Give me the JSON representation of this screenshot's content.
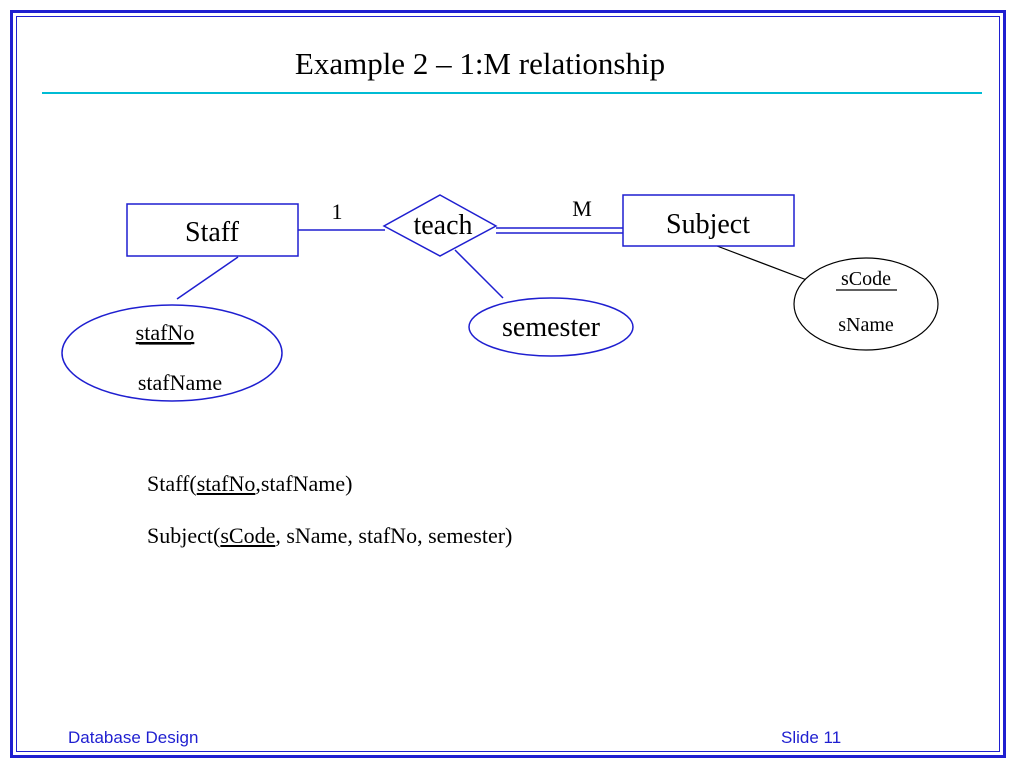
{
  "slide": {
    "title": "Example 2 – 1:M relationship",
    "footer_left": "Database Design",
    "footer_right": "Slide 11"
  },
  "diagram": {
    "entities": [
      {
        "id": "staff",
        "label": "Staff"
      },
      {
        "id": "subject",
        "label": "Subject"
      }
    ],
    "relationship": {
      "label": "teach"
    },
    "cardinality": {
      "left": "1",
      "right": "M"
    },
    "attributes": {
      "staff": {
        "key": "stafNo",
        "other": "stafName"
      },
      "teach": {
        "label": "semester"
      },
      "subject": {
        "key": "sCode",
        "other": "sName"
      }
    }
  },
  "relations": [
    {
      "name": "Staff(",
      "key": "stafNo",
      "rest": ",stafName)"
    },
    {
      "name": "Subject(",
      "key": "sCode",
      "rest": ", sName, stafNo, semester)"
    }
  ]
}
